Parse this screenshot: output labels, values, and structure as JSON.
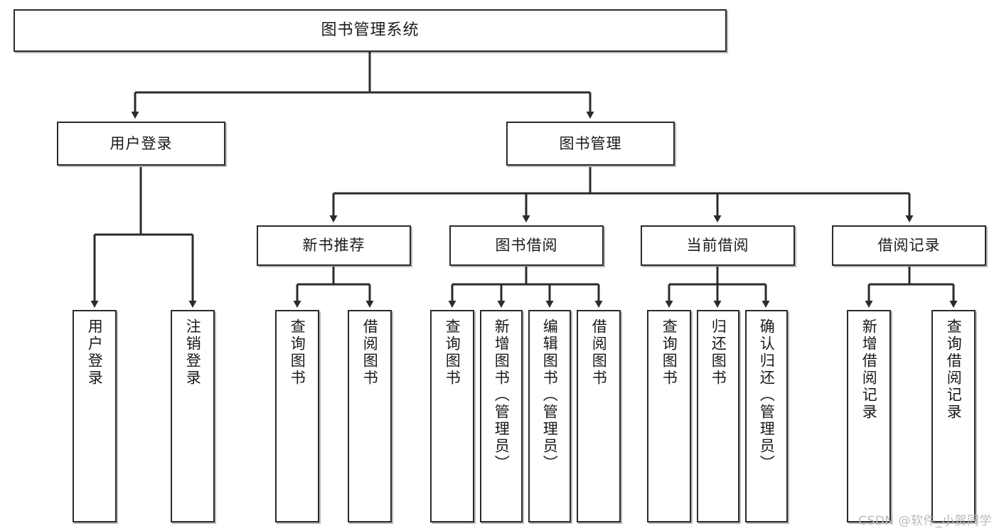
{
  "diagram": {
    "title": "图书管理系统",
    "type": "tree",
    "watermark": "CSDN @软件_小贺同学",
    "colors": {
      "box_border": "#2b2b2b",
      "box_fill": "#ffffff",
      "connector": "#2b2b2b",
      "watermark": "#b9b9b9",
      "page_background": "#ffffff"
    },
    "nodes": {
      "root": {
        "label": "图书管理系统"
      },
      "level2": [
        {
          "id": "user-login",
          "label": "用户登录"
        },
        {
          "id": "book-manage",
          "label": "图书管理"
        }
      ],
      "level3": [
        {
          "id": "new-book-recommend",
          "label": "新书推荐"
        },
        {
          "id": "book-borrow",
          "label": "图书借阅"
        },
        {
          "id": "current-borrow",
          "label": "当前借阅"
        },
        {
          "id": "borrow-record",
          "label": "借阅记录"
        }
      ],
      "leaves": {
        "user_login": [
          {
            "id": "leaf-user-login",
            "label": "用户登录"
          },
          {
            "id": "leaf-logout",
            "label": "注销登录"
          }
        ],
        "new_book_recommend": [
          {
            "id": "leaf-query-book-1",
            "label": "查询图书"
          },
          {
            "id": "leaf-borrow-book-1",
            "label": "借阅图书"
          }
        ],
        "book_borrow": [
          {
            "id": "leaf-query-book-2",
            "label": "查询图书"
          },
          {
            "id": "leaf-add-book",
            "label": "新增图书（管理员）"
          },
          {
            "id": "leaf-edit-book",
            "label": "编辑图书（管理员）"
          },
          {
            "id": "leaf-borrow-book-2",
            "label": "借阅图书"
          }
        ],
        "current_borrow": [
          {
            "id": "leaf-query-book-3",
            "label": "查询图书"
          },
          {
            "id": "leaf-return-book",
            "label": "归还图书"
          },
          {
            "id": "leaf-confirm-return",
            "label": "确认归还（管理员）"
          }
        ],
        "borrow_record": [
          {
            "id": "leaf-add-record",
            "label": "新增借阅记录"
          },
          {
            "id": "leaf-query-record",
            "label": "查询借阅记录"
          }
        ]
      }
    }
  }
}
